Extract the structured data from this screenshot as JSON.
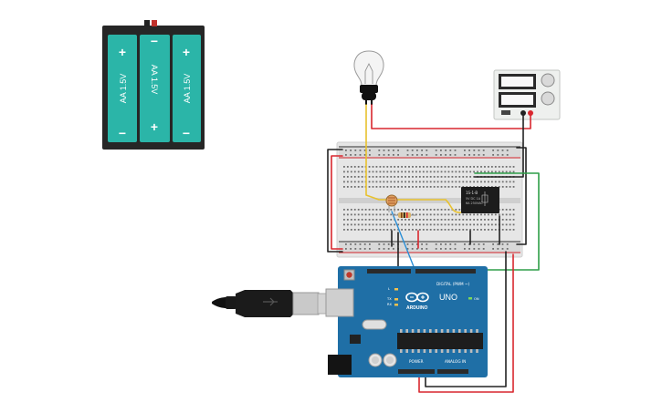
{
  "battery_pack": {
    "cells": [
      {
        "label": "AA 1.5V",
        "top": "+",
        "bottom": "−"
      },
      {
        "label": "AA 1.5V",
        "top": "−",
        "bottom": "+"
      },
      {
        "label": "AA 1.5V",
        "top": "+",
        "bottom": "−"
      }
    ]
  },
  "relay": {
    "model": "1S-1-B",
    "line2": "5V DC 1A",
    "line3": "6A 250VAC"
  },
  "arduino": {
    "brand": "ARDUINO",
    "model": "UNO",
    "digital_header": "DIGITAL (PWM ~)",
    "power_header": "POWER",
    "analog_header": "ANALOG IN",
    "led_l": "L",
    "led_tx": "TX",
    "led_rx": "RX",
    "on_label": "ON"
  },
  "colors": {
    "battery_cell": "#2bb5a8",
    "battery_case": "#222222",
    "arduino_board": "#1f6fa6",
    "wire_red": "#d9272e",
    "wire_black": "#222222",
    "wire_yellow": "#e8c22e",
    "wire_green": "#2e9e48",
    "wire_blue": "#2b8fd6"
  }
}
